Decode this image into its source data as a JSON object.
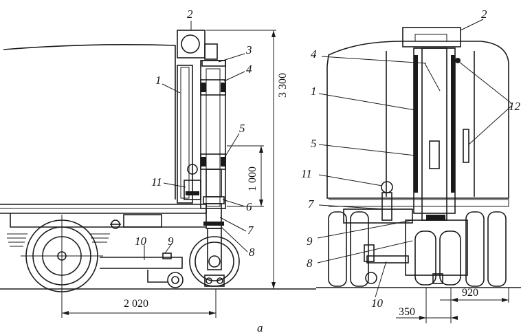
{
  "left_labels": {
    "l1": "1",
    "l2": "2",
    "l3": "3",
    "l4": "4",
    "l5": "5",
    "l6": "6",
    "l7": "7",
    "l8": "8",
    "l9": "9",
    "l10": "10",
    "l11": "11"
  },
  "right_labels": {
    "r1": "1",
    "r2": "2",
    "r4": "4",
    "r5": "5",
    "r7": "7",
    "r8": "8",
    "r9": "9",
    "r10": "10",
    "r11": "11",
    "r12": "12"
  },
  "dimensions": {
    "height_total": "3 300",
    "lift_stroke": "1 000",
    "wheelbase": "2 020",
    "track_inner": "350",
    "track_outer": "920"
  },
  "caption": "a"
}
